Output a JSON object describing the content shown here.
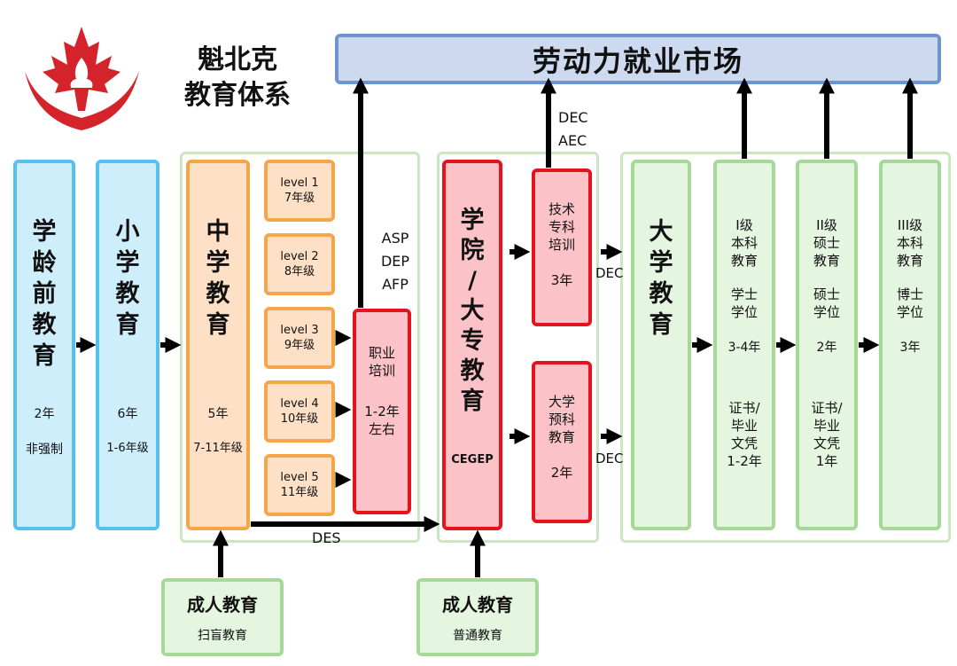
{
  "logo": {
    "title_line1": "魁北克",
    "title_line2": "教育体系"
  },
  "labor_market": "劳动力就业市场",
  "preschool": {
    "title": "学\n龄\n前\n教\n育",
    "years": "2年",
    "note": "非强制"
  },
  "primary": {
    "title": "小\n学\n教\n育",
    "years": "6年",
    "grades": "1-6年级"
  },
  "secondary": {
    "title": "中\n学\n教\n育",
    "years": "5年",
    "grades": "7-11年级"
  },
  "levels": [
    {
      "level": "level 1",
      "grade": "7年级"
    },
    {
      "level": "level 2",
      "grade": "8年级"
    },
    {
      "level": "level 3",
      "grade": "9年级"
    },
    {
      "level": "level 4",
      "grade": "10年级"
    },
    {
      "level": "level 5",
      "grade": "11年级"
    }
  ],
  "vocational": {
    "title": "职业\n培训",
    "years": "1-2年\n左右",
    "diplomas": "ASP\nDEP\nAFP"
  },
  "college": {
    "title": "学\n院\n/\n大\n专\n教\n育",
    "name": "CEGEP"
  },
  "technical": {
    "title": "技术\n专科\n培训",
    "years": "3年",
    "diploma_up": "DEC\nAEC",
    "diploma_right": "DEC"
  },
  "preuniversity": {
    "title": "大学\n预科\n教育",
    "years": "2年",
    "diploma_right": "DEC"
  },
  "des_label": "DES",
  "university": {
    "title": "大\n学\n教\n育"
  },
  "bachelor": {
    "title": "I级\n本科\n教育",
    "degree": "学士\n学位",
    "years": "3-4年",
    "cert": "证书/\n毕业\n文凭\n1-2年"
  },
  "master": {
    "title": "II级\n硕士\n教育",
    "degree": "硕士\n学位",
    "years": "2年",
    "cert": "证书/\n毕业\n文凭\n1年"
  },
  "doctorate": {
    "title": "III级\n本科\n教育",
    "degree": "博士\n学位",
    "years": "3年"
  },
  "adult_left": {
    "title": "成人教育",
    "subtitle": "扫盲教育"
  },
  "adult_right": {
    "title": "成人教育",
    "subtitle": "普通教育"
  }
}
